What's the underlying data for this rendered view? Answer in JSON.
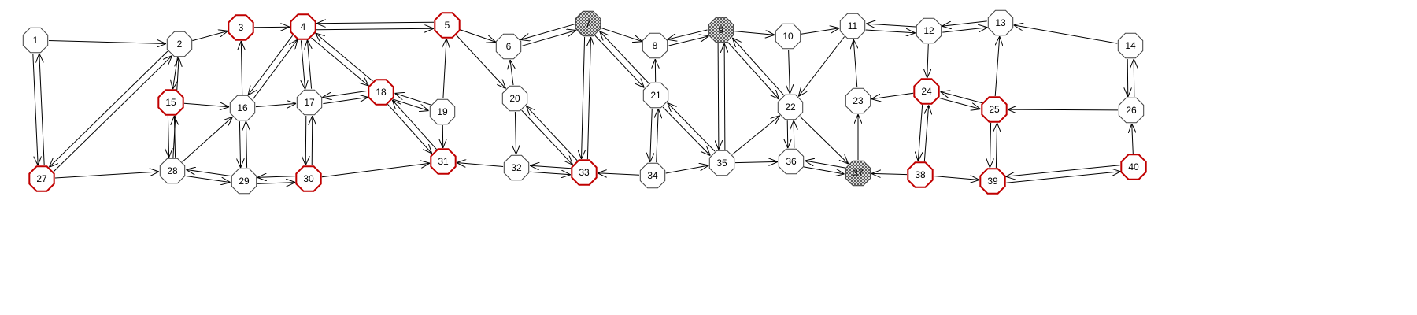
{
  "diagram": {
    "type": "directed-graph",
    "colors": {
      "background": "#ffffff",
      "edge": "#000000",
      "node_border_normal": "#404040",
      "node_border_highlight": "#c00000",
      "node_fill": "#ffffff",
      "hatched_fill": "#8a8a8a"
    },
    "nodes": [
      {
        "id": 1,
        "label": "1",
        "style": "normal"
      },
      {
        "id": 2,
        "label": "2",
        "style": "normal"
      },
      {
        "id": 3,
        "label": "3",
        "style": "highlight"
      },
      {
        "id": 4,
        "label": "4",
        "style": "highlight"
      },
      {
        "id": 5,
        "label": "5",
        "style": "highlight"
      },
      {
        "id": 6,
        "label": "6",
        "style": "normal"
      },
      {
        "id": 7,
        "label": "7",
        "style": "hatched"
      },
      {
        "id": 8,
        "label": "8",
        "style": "normal"
      },
      {
        "id": 9,
        "label": "9",
        "style": "hatched"
      },
      {
        "id": 10,
        "label": "10",
        "style": "normal"
      },
      {
        "id": 11,
        "label": "11",
        "style": "normal"
      },
      {
        "id": 12,
        "label": "12",
        "style": "normal"
      },
      {
        "id": 13,
        "label": "13",
        "style": "normal"
      },
      {
        "id": 14,
        "label": "14",
        "style": "normal"
      },
      {
        "id": 15,
        "label": "15",
        "style": "highlight"
      },
      {
        "id": 16,
        "label": "16",
        "style": "normal"
      },
      {
        "id": 17,
        "label": "17",
        "style": "normal"
      },
      {
        "id": 18,
        "label": "18",
        "style": "highlight"
      },
      {
        "id": 19,
        "label": "19",
        "style": "normal"
      },
      {
        "id": 20,
        "label": "20",
        "style": "normal"
      },
      {
        "id": 21,
        "label": "21",
        "style": "normal"
      },
      {
        "id": 22,
        "label": "22",
        "style": "normal"
      },
      {
        "id": 23,
        "label": "23",
        "style": "normal"
      },
      {
        "id": 24,
        "label": "24",
        "style": "highlight"
      },
      {
        "id": 25,
        "label": "25",
        "style": "highlight"
      },
      {
        "id": 26,
        "label": "26",
        "style": "normal"
      },
      {
        "id": 27,
        "label": "27",
        "style": "highlight"
      },
      {
        "id": 28,
        "label": "28",
        "style": "normal"
      },
      {
        "id": 29,
        "label": "29",
        "style": "normal"
      },
      {
        "id": 30,
        "label": "30",
        "style": "highlight"
      },
      {
        "id": 31,
        "label": "31",
        "style": "highlight"
      },
      {
        "id": 32,
        "label": "32",
        "style": "normal"
      },
      {
        "id": 33,
        "label": "33",
        "style": "highlight"
      },
      {
        "id": 34,
        "label": "34",
        "style": "normal"
      },
      {
        "id": 35,
        "label": "35",
        "style": "normal"
      },
      {
        "id": 36,
        "label": "36",
        "style": "normal"
      },
      {
        "id": 37,
        "label": "37",
        "style": "hatched"
      },
      {
        "id": 38,
        "label": "38",
        "style": "highlight"
      },
      {
        "id": 39,
        "label": "39",
        "style": "highlight"
      },
      {
        "id": 40,
        "label": "40",
        "style": "highlight"
      }
    ],
    "edges": [
      [
        1,
        2
      ],
      [
        1,
        27
      ],
      [
        27,
        1
      ],
      [
        2,
        27
      ],
      [
        27,
        2
      ],
      [
        2,
        3
      ],
      [
        2,
        15
      ],
      [
        28,
        2
      ],
      [
        3,
        4
      ],
      [
        16,
        3
      ],
      [
        5,
        4
      ],
      [
        4,
        5
      ],
      [
        16,
        4
      ],
      [
        4,
        16
      ],
      [
        17,
        4
      ],
      [
        4,
        17
      ],
      [
        18,
        4
      ],
      [
        4,
        18
      ],
      [
        19,
        5
      ],
      [
        5,
        20
      ],
      [
        5,
        6
      ],
      [
        20,
        6
      ],
      [
        6,
        7
      ],
      [
        7,
        6
      ],
      [
        7,
        33
      ],
      [
        33,
        7
      ],
      [
        7,
        21
      ],
      [
        21,
        7
      ],
      [
        7,
        8
      ],
      [
        8,
        9
      ],
      [
        9,
        8
      ],
      [
        9,
        10
      ],
      [
        9,
        35
      ],
      [
        35,
        9
      ],
      [
        9,
        22
      ],
      [
        22,
        9
      ],
      [
        10,
        22
      ],
      [
        10,
        11
      ],
      [
        11,
        12
      ],
      [
        12,
        11
      ],
      [
        12,
        13
      ],
      [
        13,
        12
      ],
      [
        11,
        22
      ],
      [
        12,
        24
      ],
      [
        14,
        13
      ],
      [
        14,
        26
      ],
      [
        26,
        14
      ],
      [
        15,
        16
      ],
      [
        15,
        28
      ],
      [
        28,
        15
      ],
      [
        16,
        17
      ],
      [
        16,
        29
      ],
      [
        29,
        16
      ],
      [
        17,
        30
      ],
      [
        30,
        17
      ],
      [
        17,
        18
      ],
      [
        18,
        17
      ],
      [
        18,
        19
      ],
      [
        19,
        18
      ],
      [
        18,
        31
      ],
      [
        31,
        18
      ],
      [
        19,
        31
      ],
      [
        20,
        33
      ],
      [
        33,
        20
      ],
      [
        20,
        32
      ],
      [
        21,
        8
      ],
      [
        21,
        34
      ],
      [
        34,
        21
      ],
      [
        21,
        35
      ],
      [
        35,
        21
      ],
      [
        22,
        36
      ],
      [
        36,
        22
      ],
      [
        22,
        37
      ],
      [
        35,
        22
      ],
      [
        23,
        11
      ],
      [
        24,
        23
      ],
      [
        24,
        25
      ],
      [
        25,
        24
      ],
      [
        24,
        38
      ],
      [
        38,
        24
      ],
      [
        25,
        13
      ],
      [
        25,
        39
      ],
      [
        39,
        25
      ],
      [
        26,
        25
      ],
      [
        27,
        28
      ],
      [
        28,
        29
      ],
      [
        29,
        28
      ],
      [
        29,
        30
      ],
      [
        30,
        29
      ],
      [
        30,
        31
      ],
      [
        32,
        31
      ],
      [
        32,
        33
      ],
      [
        33,
        32
      ],
      [
        34,
        33
      ],
      [
        34,
        35
      ],
      [
        35,
        36
      ],
      [
        36,
        37
      ],
      [
        37,
        36
      ],
      [
        37,
        23
      ],
      [
        38,
        37
      ],
      [
        38,
        39
      ],
      [
        39,
        40
      ],
      [
        40,
        39
      ],
      [
        40,
        26
      ],
      [
        28,
        16
      ]
    ]
  }
}
